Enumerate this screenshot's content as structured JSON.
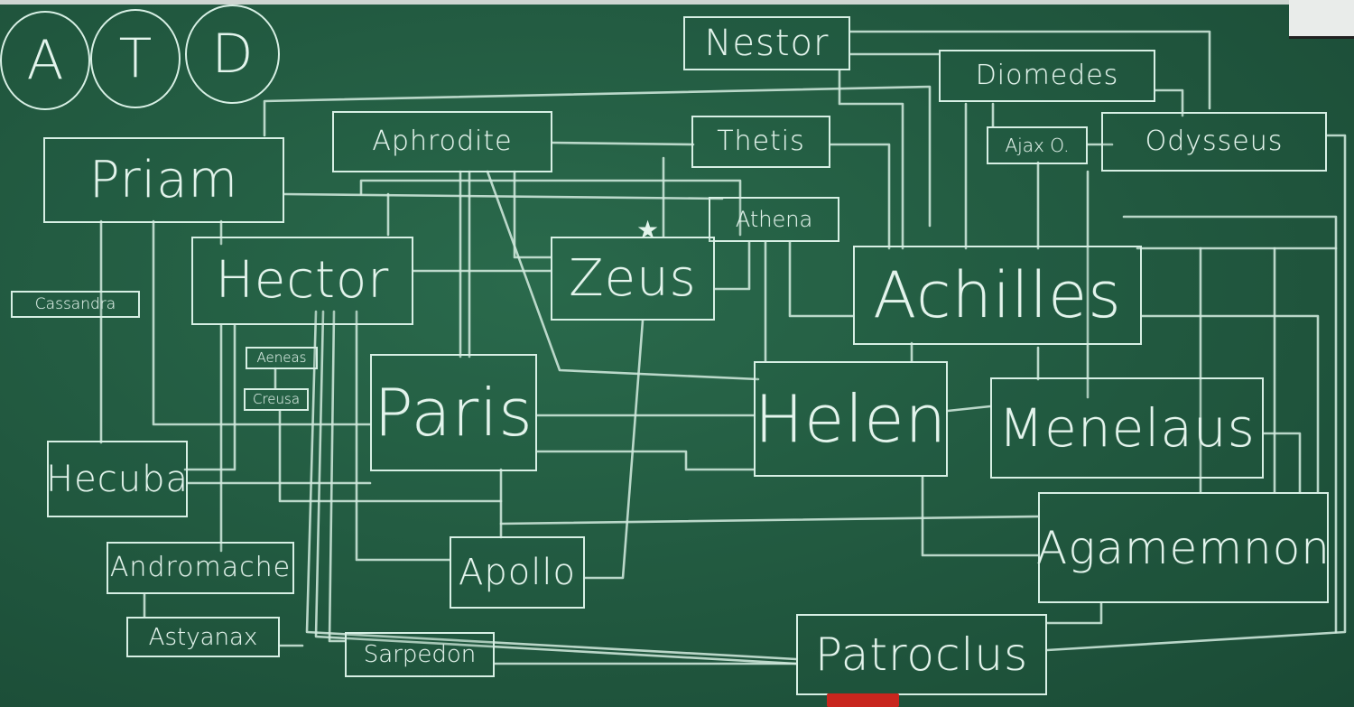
{
  "legend": [
    "A",
    "T",
    "D"
  ],
  "nodes": {
    "nestor": "Nestor",
    "diomedes": "Diomedes",
    "aphrodite": "Aphrodite",
    "thetis": "Thetis",
    "ajax": "Ajax O.",
    "odysseus": "Odysseus",
    "priam": "Priam",
    "athena": "Athena",
    "hector": "Hector",
    "zeus": "Zeus",
    "achilles": "Achilles",
    "cassandra": "Cassandra",
    "aeneas": "Aeneas",
    "creusa": "Creusa",
    "paris": "Paris",
    "helen": "Helen",
    "menelaus": "Menelaus",
    "hecuba": "Hecuba",
    "agamemnon": "Agamemnon",
    "andromache": "Andromache",
    "apollo": "Apollo",
    "astyanax": "Astyanax",
    "sarpedon": "Sarpedon",
    "patroclus": "Patroclus"
  },
  "zeus_mark": "★",
  "colors": {
    "board": "#21583f",
    "chalk": "#d7efe4"
  }
}
